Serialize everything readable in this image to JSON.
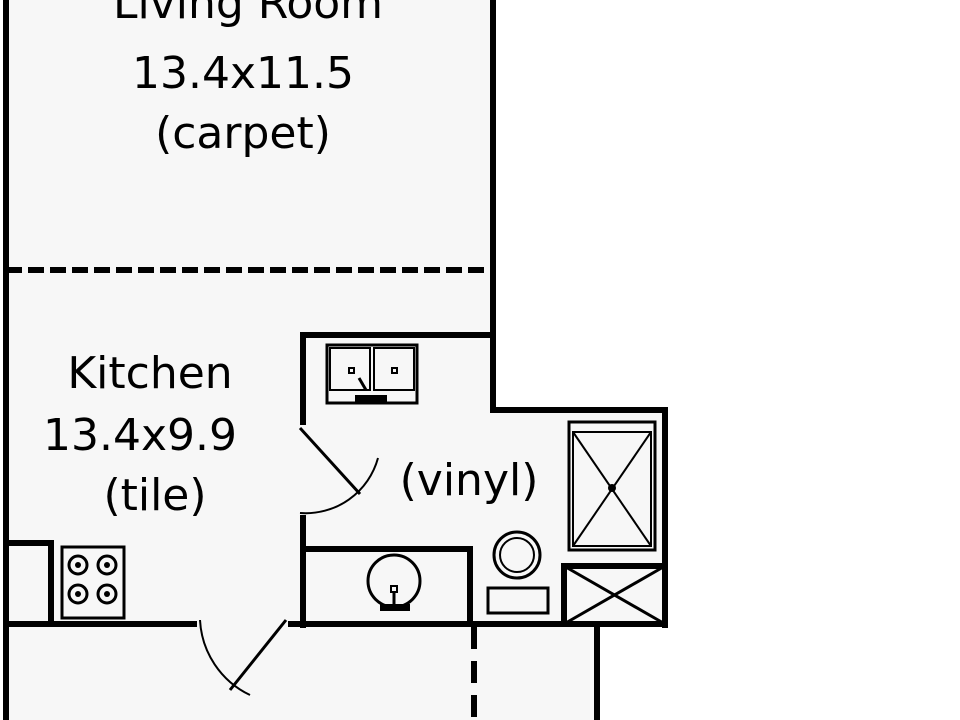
{
  "rooms": {
    "living_room": {
      "name": "Living Room",
      "size": "13.4x11.5",
      "floor": "(carpet)"
    },
    "kitchen": {
      "name": "Kitchen",
      "size": "13.4x9.9",
      "floor": "(tile)"
    },
    "bathroom": {
      "floor": "(vinyl)"
    }
  },
  "colors": {
    "floor_fill": "#f7f7f7",
    "wall": "#000000"
  }
}
